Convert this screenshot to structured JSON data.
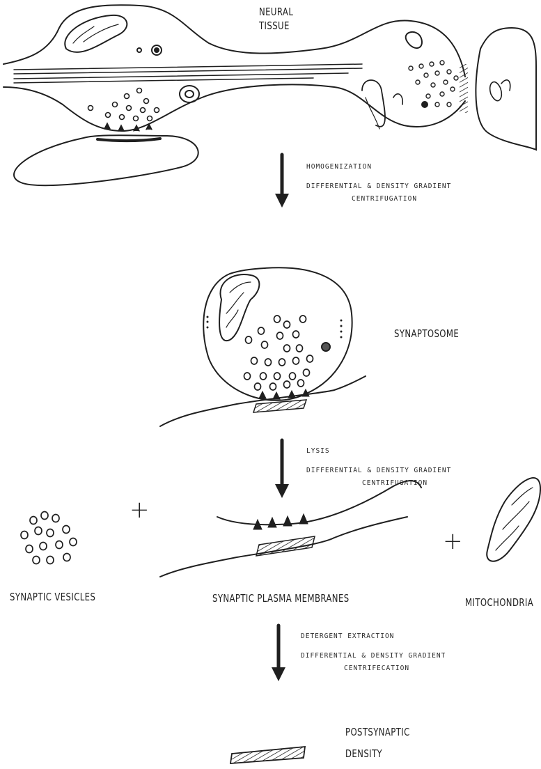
{
  "title": "",
  "labels": {
    "neural_tissue_1": "NEURAL",
    "neural_tissue_2": "TISSUE",
    "synaptosome": "SYNAPTOSOME",
    "synaptic_vesicles": "SYNAPTIC VESICLES",
    "synaptic_plasma_membranes": "SYNAPTIC PLASMA MEMBRANES",
    "mitochondria": "MITOCHONDRIA",
    "postsynaptic_1": "POSTSYNAPTIC",
    "postsynaptic_2": "DENSITY"
  },
  "steps": [
    {
      "line1": "HOMOGENIZATION",
      "line2": "DIFFERENTIAL & DENSITY GRADIENT",
      "line3": "CENTRIFUGATION"
    },
    {
      "line1": "LYSIS",
      "line2": "DIFFERENTIAL & DENSITY GRADIENT",
      "line3": "CENTRIFUGATION"
    },
    {
      "line1": "DETERGENT EXTRACTION",
      "line2": "DIFFERENTIAL & DENSITY GRADIENT",
      "line3": "CENTRIFECATION"
    }
  ],
  "plus_sign": "+",
  "colors": {
    "ink": "#1f1f1f",
    "background": "#ffffff"
  }
}
